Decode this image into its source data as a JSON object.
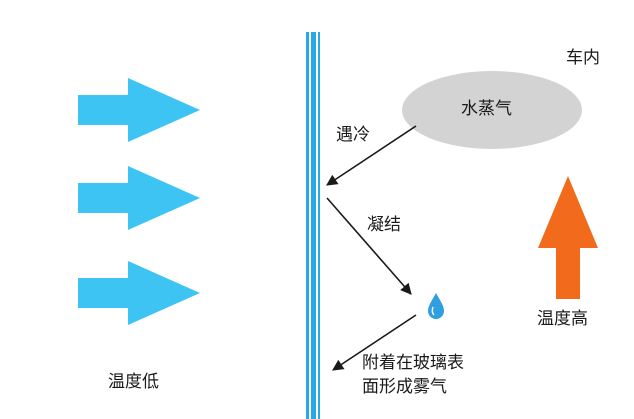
{
  "labels": {
    "outside_temp": "温度低",
    "inside": "车内",
    "water_vapor": "水蒸气",
    "cool": "遇冷",
    "condense": "凝结",
    "inside_temp": "温度高",
    "result_line1": "附着在玻璃表",
    "result_line2": "面形成雾气"
  },
  "colors": {
    "cold_arrow": "#3ec4f2",
    "glass": "#2aa8e6",
    "warm_arrow": "#f26a1b",
    "vapor_cloud": "#d3d3d3",
    "droplet": "#2f9fe0",
    "flow_arrow": "#1a1a1a"
  },
  "icons": {
    "cold_air": "arrow-right-icon",
    "warm_air": "arrow-up-icon",
    "droplet": "water-drop-icon"
  }
}
